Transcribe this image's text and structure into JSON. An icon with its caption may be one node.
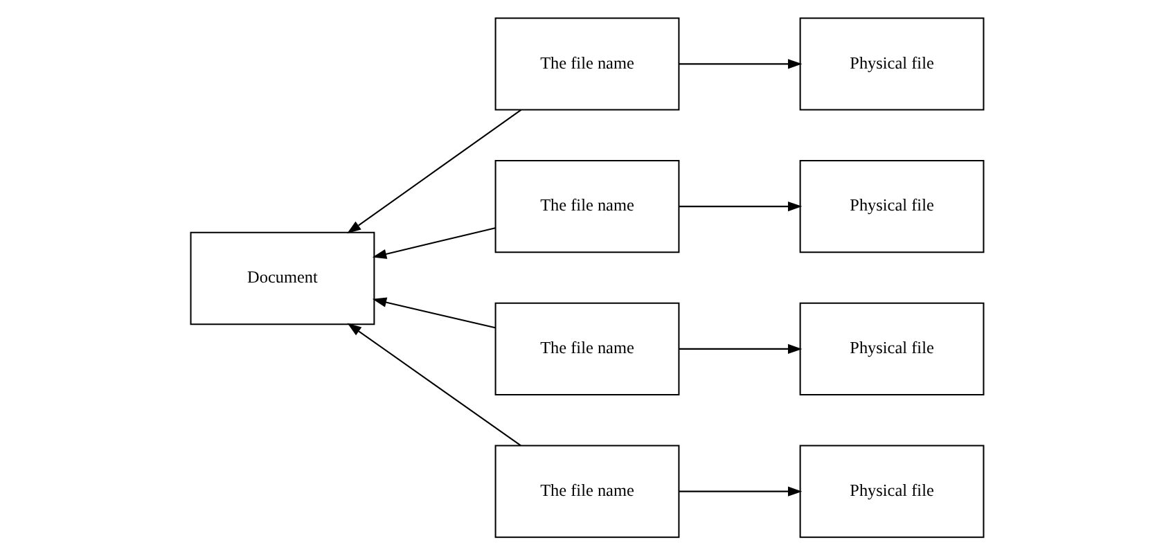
{
  "diagram": {
    "nodes": [
      {
        "text": [
          "Document"
        ]
      },
      {
        "text": [
          "The file name"
        ]
      },
      {
        "text": [
          "Physical file"
        ]
      },
      {
        "text": [
          "The file name"
        ]
      },
      {
        "text": [
          "Physical file"
        ]
      },
      {
        "text": [
          "The file name"
        ]
      },
      {
        "text": [
          "Physical file"
        ]
      },
      {
        "text": [
          "The file name"
        ]
      },
      {
        "text": [
          "Physical file"
        ]
      }
    ],
    "edges": [
      {
        "from": 1,
        "to": 0,
        "arrow": "to"
      },
      {
        "from": 3,
        "to": 0,
        "arrow": "to"
      },
      {
        "from": 5,
        "to": 0,
        "arrow": "to"
      },
      {
        "from": 7,
        "to": 0,
        "arrow": "to"
      },
      {
        "from": 1,
        "to": 2,
        "arrow": "to"
      },
      {
        "from": 3,
        "to": 4,
        "arrow": "to"
      },
      {
        "from": 5,
        "to": 6,
        "arrow": "to"
      },
      {
        "from": 7,
        "to": 8,
        "arrow": "to"
      }
    ]
  }
}
